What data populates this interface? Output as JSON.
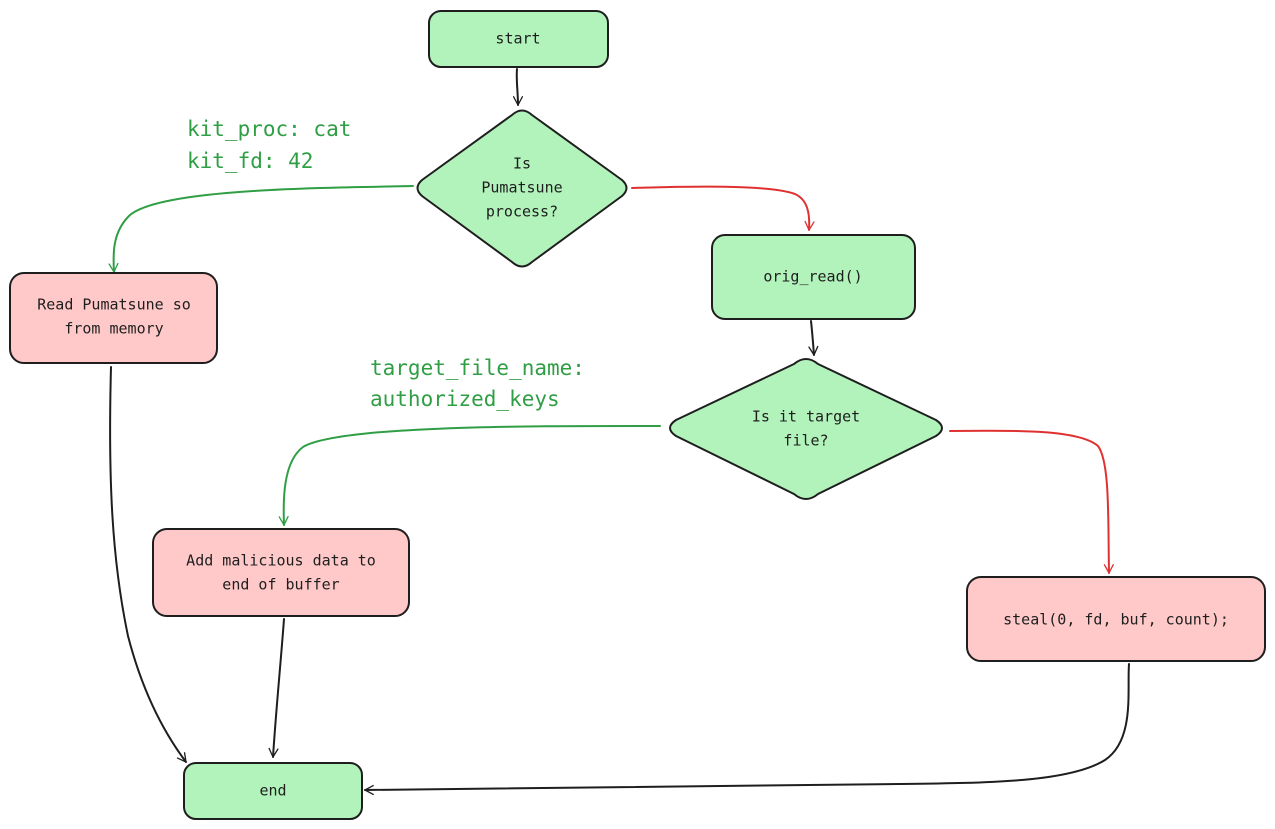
{
  "colors": {
    "outline": "#1e1e1e",
    "process_fill": "#b2f2bb",
    "action_fill": "#ffc9c9",
    "yes_branch": "#2f9e44",
    "no_branch": "#e03131",
    "plain_edge": "#1e1e1e"
  },
  "nodes": {
    "start": "start",
    "is_pumatsune_line1": "Is",
    "is_pumatsune_line2": "Pumatsune",
    "is_pumatsune_line3": "process?",
    "orig_read": "orig_read()",
    "read_so_line1": "Read Pumatsune so",
    "read_so_line2": "from memory",
    "is_target_line1": "Is it target",
    "is_target_line2": "file?",
    "add_malicious_line1": "Add malicious data to",
    "add_malicious_line2": "end of buffer",
    "steal": "steal(0, fd, buf, count);",
    "end": "end"
  },
  "notes": {
    "kit_proc": "kit_proc: cat",
    "kit_fd": "kit_fd: 42",
    "target_file_name": "target_file_name:",
    "authorized_keys": "authorized_keys"
  }
}
